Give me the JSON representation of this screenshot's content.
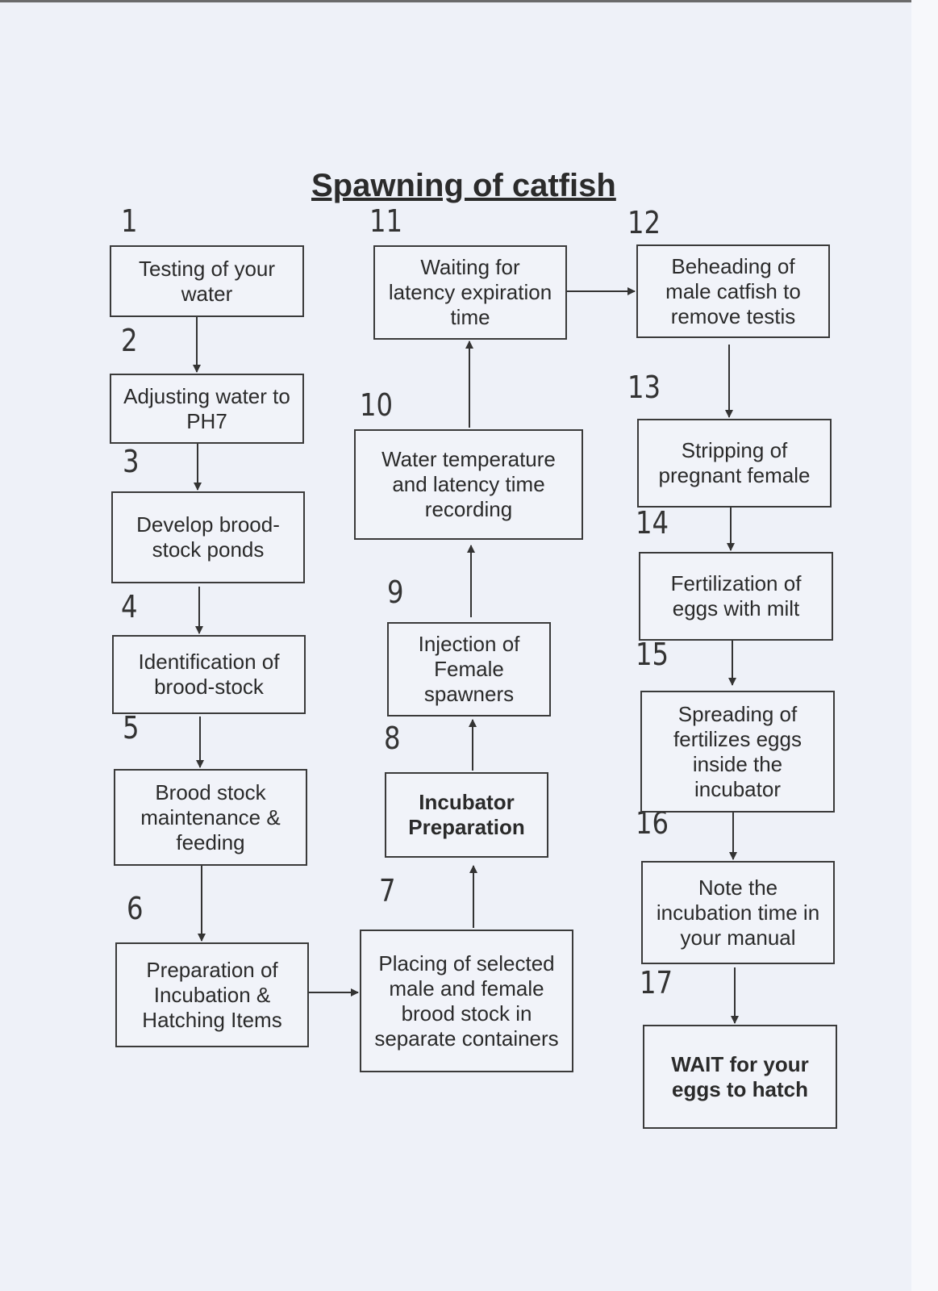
{
  "title": "Spawning of catfish",
  "steps": [
    {
      "num": "1",
      "text": "Testing of your water"
    },
    {
      "num": "2",
      "text": "Adjusting water to PH7"
    },
    {
      "num": "3",
      "text": "Develop brood-stock ponds"
    },
    {
      "num": "4",
      "text": "Identification of brood-stock"
    },
    {
      "num": "5",
      "text": "Brood stock maintenance & feeding"
    },
    {
      "num": "6",
      "text": "Preparation of Incubation & Hatching Items"
    },
    {
      "num": "7",
      "text": "Placing of selected male and female brood stock in separate containers"
    },
    {
      "num": "8",
      "text": "Incubator Preparation"
    },
    {
      "num": "9",
      "text": "Injection of Female spawners"
    },
    {
      "num": "10",
      "text": "Water temperature and latency time recording"
    },
    {
      "num": "11",
      "text": "Waiting for latency expiration time"
    },
    {
      "num": "12",
      "text": "Beheading of male catfish to remove testis"
    },
    {
      "num": "13",
      "text": "Stripping of pregnant female"
    },
    {
      "num": "14",
      "text": "Fertilization of eggs with milt"
    },
    {
      "num": "15",
      "text": "Spreading of fertilizes eggs inside the incubator"
    },
    {
      "num": "16",
      "text": "Note the incubation time in your manual"
    },
    {
      "num": "17",
      "text": "WAIT for your eggs to hatch"
    }
  ]
}
